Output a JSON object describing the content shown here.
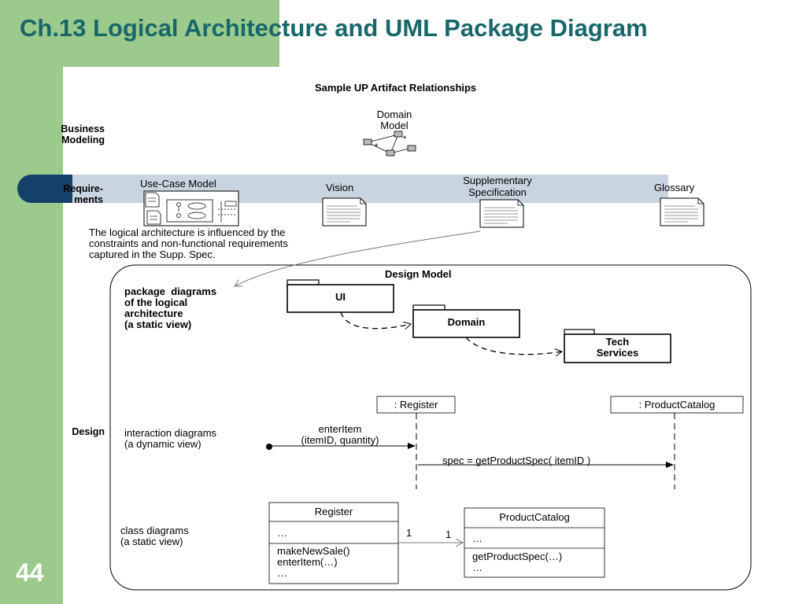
{
  "slide": {
    "title": "Ch.13 Logical Architecture and UML Package Diagram",
    "page_number": "44"
  },
  "diagram": {
    "heading": "Sample UP Artifact Relationships",
    "rows": {
      "business_modeling": "Business\nModeling",
      "requirements": "Require-\nments",
      "design": "Design"
    },
    "domain_model": {
      "label": "Domain\nModel",
      "multiplicity_1": "*",
      "multiplicity_2": "*"
    },
    "requirements_artifacts": {
      "use_case_model": "Use-Case Model",
      "vision": "Vision",
      "supplementary_spec": "Supplementary\nSpecification",
      "glossary": "Glossary"
    },
    "note": "The logical architecture is influenced by the\nconstraints and non-functional requirements\ncaptured in the Supp. Spec.",
    "design_model": {
      "title": "Design Model",
      "package_caption": "package  diagrams\nof the logical\narchitecture\n(a static view)",
      "packages": {
        "ui": "UI",
        "domain": "Domain",
        "tech_services": "Tech\nServices"
      },
      "interaction_caption": "interaction diagrams\n(a dynamic view)",
      "lifelines": {
        "register": ": Register",
        "product_catalog": ": ProductCatalog"
      },
      "messages": {
        "enter_item": "enterItem\n(itemID, quantity)",
        "get_spec": "spec = getProductSpec( itemID )"
      },
      "class_caption": "class diagrams\n(a static view)",
      "classes": {
        "register": {
          "name": "Register",
          "attributes": "…",
          "operations": "makeNewSale()\nenterItem(…)\n…"
        },
        "product_catalog": {
          "name": "ProductCatalog",
          "attributes": "…",
          "operations": "getProductSpec(…)\n…"
        }
      },
      "association": {
        "mult_left": "1",
        "mult_right": "1"
      }
    }
  },
  "colors": {
    "sidebar_green": "#9cc98c",
    "title_teal": "#17676b",
    "requirements_band": "#c9d4e1",
    "requirements_cap": "#13416a"
  }
}
